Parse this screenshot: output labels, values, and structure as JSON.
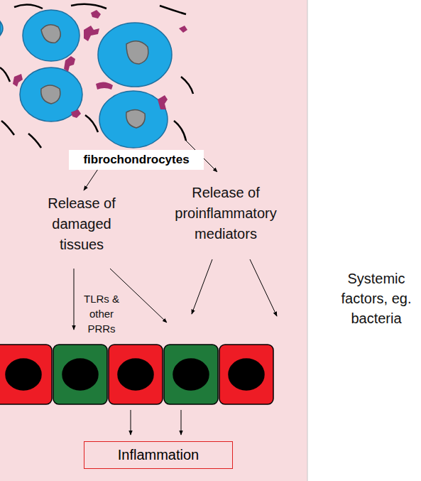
{
  "diagram": {
    "nodes": [
      {
        "text": [
          "fibrochondrocytes"
        ]
      },
      {
        "text": [
          "Inflammation"
        ]
      }
    ],
    "labels": [
      "Release of damaged tissues",
      "Release of proinflammatory mediators",
      "TLRs & other PRRs",
      "Systemic factors, eg. bacteria"
    ]
  }
}
